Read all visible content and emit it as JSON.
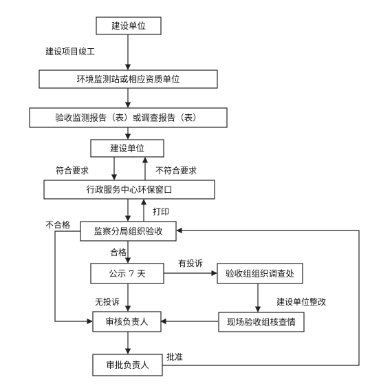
{
  "nodes": {
    "jianshe_top": "建设单位",
    "huanjing": "环境监测站或相应资质单位",
    "yanshou_baogao": "验收监测报告（表）或调查报告（表）",
    "jianshe_mid": "建设单位",
    "xingzheng": "行政服务中心环保窗口",
    "jiancha": "监察分局组织验收",
    "gongshi": "公示 7 天",
    "diaocha": "验收组组织调查处",
    "shenhe": "审核负责人",
    "xianchang": "现场验收组核查情",
    "shenpi": "审批负责人"
  },
  "labels": {
    "jungong": "建设项目竣工",
    "fuhe": "符合要求",
    "bufuhe": "不符合要求",
    "dayin": "打印",
    "buhege": "不合格",
    "hege": "合格",
    "youtousu": "有投诉",
    "wutousu": "无投诉",
    "zhenggai": "建设单位整改",
    "pizhun": "批准"
  }
}
